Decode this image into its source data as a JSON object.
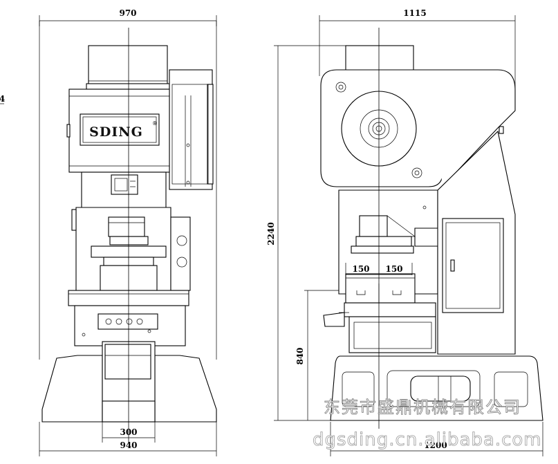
{
  "front_view": {
    "brand_label": "SDING",
    "registered_mark": "®",
    "dim_top_width": "970",
    "dim_throat": "300",
    "dim_base_width": "940",
    "edge_mark": "4"
  },
  "side_view": {
    "dim_top_depth": "1115",
    "dim_height": "2240",
    "dim_left_offset": "150",
    "dim_right_offset": "150",
    "dim_table_height": "840",
    "dim_base_depth": "1200"
  },
  "watermark": {
    "company_name": "东莞市盛鼎机械有限公司",
    "website": "dgsding.cn.alibaba.com"
  }
}
